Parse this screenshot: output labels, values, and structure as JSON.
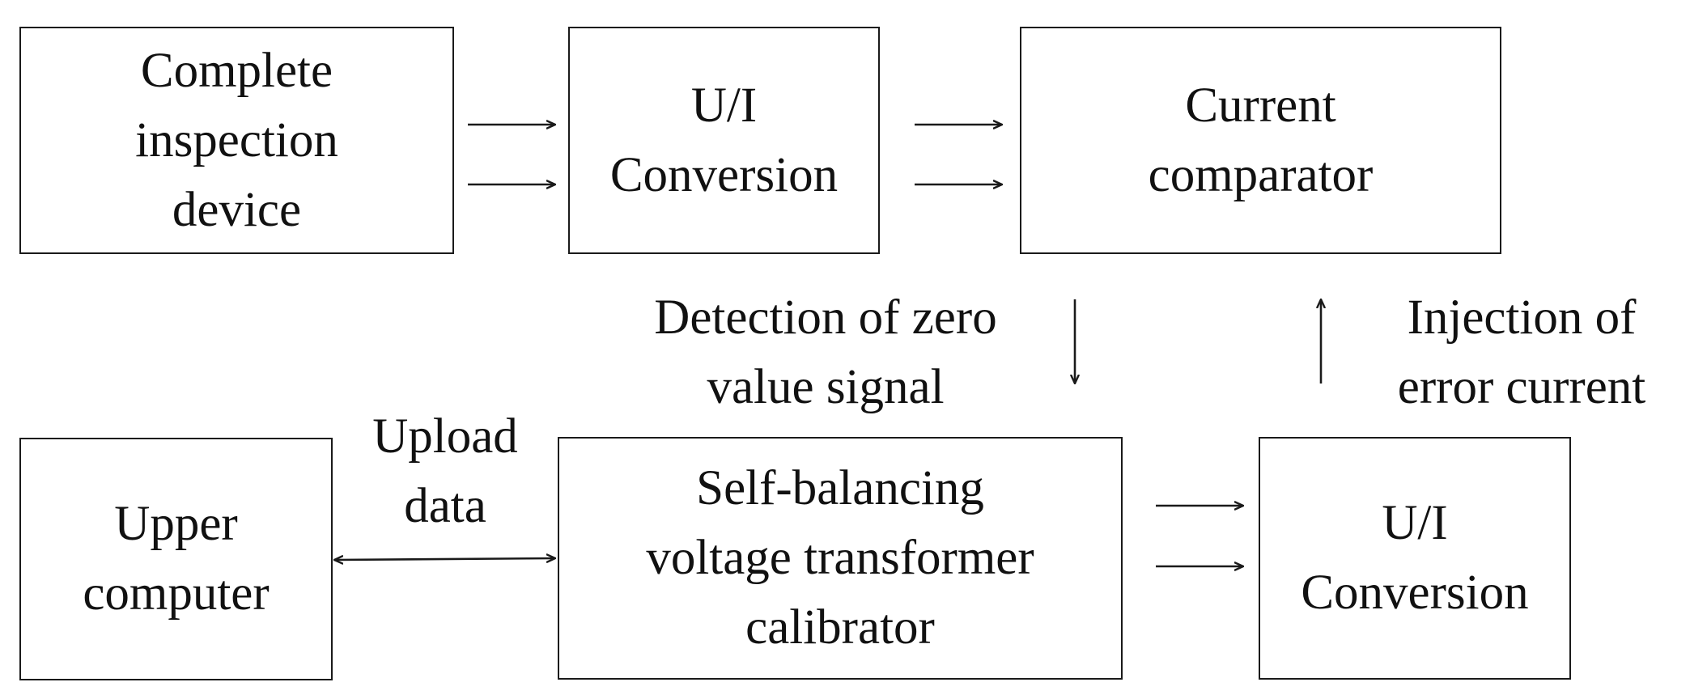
{
  "blocks": {
    "complete_inspection_device": "Complete\ninspection\ndevice",
    "ui_conversion_top": "U/I\nConversion",
    "current_comparator": "Current\ncomparator",
    "upper_computer": "Upper\ncomputer",
    "self_balancing_calibrator": "Self-balancing\nvoltage transformer\ncalibrator",
    "ui_conversion_bottom": "U/I\nConversion"
  },
  "labels": {
    "zero_signal": "Detection of zero\nvalue signal",
    "error_current": "Injection of\nerror current",
    "upload_data": "Upload\ndata"
  }
}
